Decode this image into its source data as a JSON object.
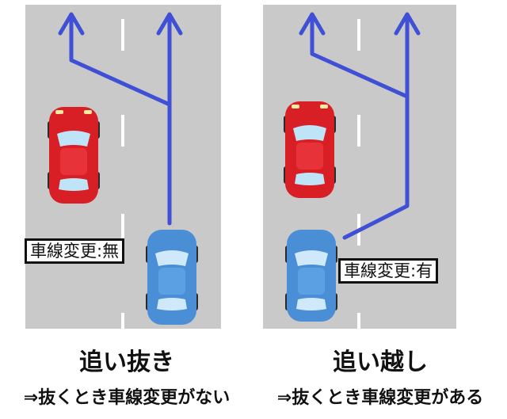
{
  "panels": [
    {
      "label_box": "車線変更:無",
      "title": "追い抜き",
      "subtitle": "⇒抜くとき車線変更がない",
      "colors": {
        "road": "#c9c9c9",
        "arrow": "#3f4fd6",
        "lead_car": "#d81f26",
        "overtaking_car": "#4a8fd6"
      }
    },
    {
      "label_box": "車線変更:有",
      "title": "追い越し",
      "subtitle": "⇒抜くとき車線変更がある",
      "colors": {
        "road": "#c9c9c9",
        "arrow": "#3f4fd6",
        "lead_car": "#d81f26",
        "overtaking_car": "#4a8fd6"
      }
    }
  ]
}
